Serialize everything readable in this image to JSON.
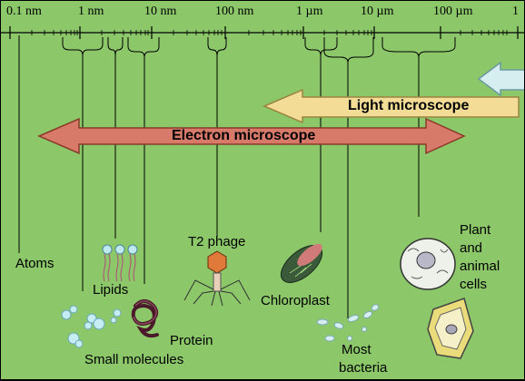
{
  "scale": {
    "ticks": [
      "0.1 nm",
      "1 nm",
      "10 nm",
      "100 nm",
      "1 µm",
      "10 µm",
      "100 µm",
      "1"
    ]
  },
  "ranges": {
    "light_microscope": "Light microscope",
    "electron_microscope": "Electron microscope"
  },
  "objects": {
    "atoms": "Atoms",
    "lipids": "Lipids",
    "t2_phage": "T2 phage",
    "protein": "Protein",
    "small_molecules": "Small molecules",
    "chloroplast": "Chloroplast",
    "most_bacteria": [
      "Most",
      "bacteria"
    ],
    "plant_animal_cells": [
      "Plant",
      "and",
      "animal",
      "cells"
    ]
  },
  "colors": {
    "background": "#8cc86a",
    "electron_microscope_arrow": "#d87a6a",
    "light_microscope_arrow": "#f2dc96",
    "naked_eye_arrow": "#d6eef0"
  }
}
